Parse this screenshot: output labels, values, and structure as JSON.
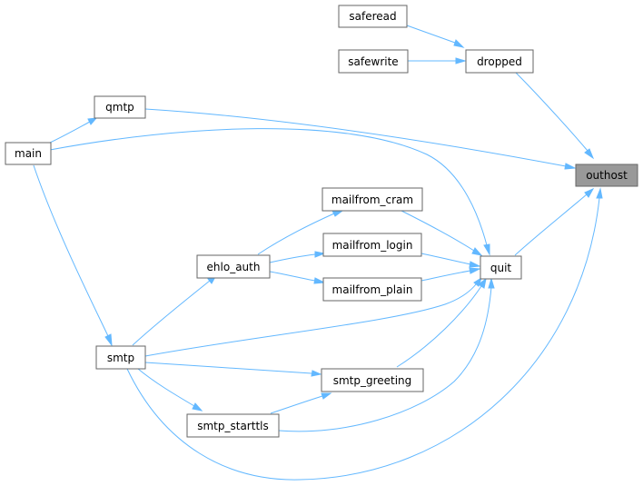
{
  "diagram": {
    "nodes": {
      "outhost": "outhost",
      "dropped": "dropped",
      "saferead": "saferead",
      "safewrite": "safewrite",
      "qmtp": "qmtp",
      "main": "main",
      "quit": "quit",
      "mailfrom_cram": "mailfrom_cram",
      "mailfrom_login": "mailfrom_login",
      "mailfrom_plain": "mailfrom_plain",
      "ehlo_auth": "ehlo_auth",
      "smtp": "smtp",
      "smtp_greeting": "smtp_greeting",
      "smtp_starttls": "smtp_starttls"
    },
    "edges": [
      {
        "from": "saferead",
        "to": "dropped"
      },
      {
        "from": "safewrite",
        "to": "dropped"
      },
      {
        "from": "dropped",
        "to": "outhost"
      },
      {
        "from": "qmtp",
        "to": "outhost"
      },
      {
        "from": "quit",
        "to": "outhost"
      },
      {
        "from": "smtp",
        "to": "outhost"
      },
      {
        "from": "main",
        "to": "qmtp"
      },
      {
        "from": "main",
        "to": "quit"
      },
      {
        "from": "main",
        "to": "smtp"
      },
      {
        "from": "mailfrom_cram",
        "to": "quit"
      },
      {
        "from": "mailfrom_login",
        "to": "quit"
      },
      {
        "from": "mailfrom_plain",
        "to": "quit"
      },
      {
        "from": "ehlo_auth",
        "to": "mailfrom_cram"
      },
      {
        "from": "ehlo_auth",
        "to": "mailfrom_login"
      },
      {
        "from": "ehlo_auth",
        "to": "mailfrom_plain"
      },
      {
        "from": "smtp",
        "to": "ehlo_auth"
      },
      {
        "from": "smtp",
        "to": "quit"
      },
      {
        "from": "smtp",
        "to": "smtp_greeting"
      },
      {
        "from": "smtp",
        "to": "smtp_starttls"
      },
      {
        "from": "smtp_greeting",
        "to": "quit"
      },
      {
        "from": "smtp_starttls",
        "to": "quit"
      },
      {
        "from": "smtp_starttls",
        "to": "smtp_greeting"
      }
    ],
    "colors": {
      "edge": "#63b8ff",
      "node_border": "#666666",
      "highlight_fill": "#999999"
    }
  }
}
